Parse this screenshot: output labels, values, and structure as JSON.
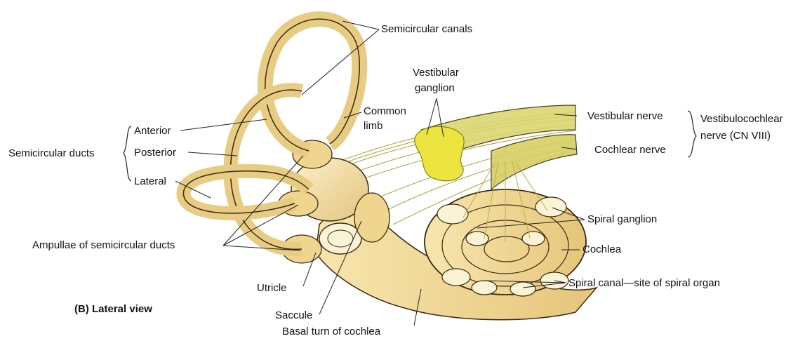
{
  "caption": "(B) Lateral view",
  "colors": {
    "bone": "#f4e4b4",
    "bone_dark": "#d9b86e",
    "outline": "#3a2a10",
    "nerve": "#d9d86a",
    "ganglion": "#efe63c",
    "cochlea": "#f5dc9a"
  },
  "labels": {
    "semicircular_canals": "Semicircular canals",
    "vestibular_ganglion_1": "Vestibular",
    "vestibular_ganglion_2": "ganglion",
    "common_limb_1": "Common",
    "common_limb_2": "limb",
    "vestibular_nerve": "Vestibular nerve",
    "vestibulocochlear_1": "Vestibulocochlear",
    "vestibulocochlear_2": "nerve (CN VIII)",
    "cochlear_nerve": "Cochlear nerve",
    "semicircular_ducts": "Semicircular ducts",
    "anterior": "Anterior",
    "posterior": "Posterior",
    "lateral": "Lateral",
    "spiral_ganglion": "Spiral ganglion",
    "cochlea": "Cochlea",
    "ampullae": "Ampullae of semicircular ducts",
    "spiral_canal": "Spiral canal—site of spiral organ",
    "utricle": "Utricle",
    "saccule": "Saccule",
    "basal_turn": "Basal turn of cochlea"
  }
}
